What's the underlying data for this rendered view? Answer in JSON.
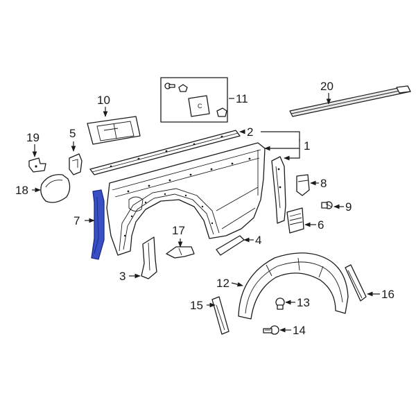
{
  "diagram": {
    "highlight_color": "#3a4fc4",
    "callouts": [
      "1",
      "2",
      "3",
      "4",
      "5",
      "6",
      "7",
      "8",
      "9",
      "10",
      "11",
      "12",
      "13",
      "14",
      "15",
      "16",
      "17",
      "18",
      "19",
      "20"
    ]
  }
}
